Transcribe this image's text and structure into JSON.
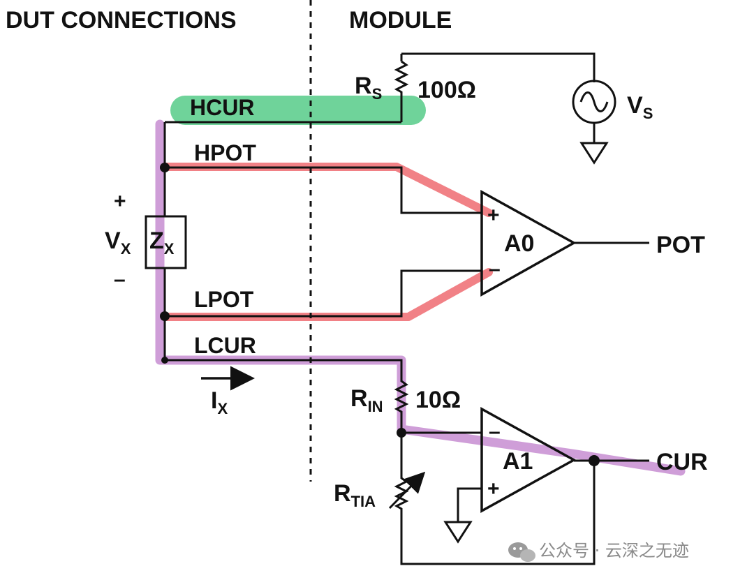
{
  "sections": {
    "left": "DUT CONNECTIONS",
    "right": "MODULE"
  },
  "nets": {
    "hcur": "HCUR",
    "hpot": "HPOT",
    "lpot": "LPOT",
    "lcur": "LCUR",
    "pot": "POT",
    "cur": "CUR"
  },
  "components": {
    "rs": {
      "main": "R",
      "sub": "S",
      "value": "100Ω"
    },
    "vs": {
      "main": "V",
      "sub": "S"
    },
    "zx": {
      "main": "Z",
      "sub": "X"
    },
    "vx": {
      "main": "V",
      "sub": "X",
      "plus": "+",
      "minus": "–"
    },
    "ix": {
      "main": "I",
      "sub": "X"
    },
    "rin": {
      "main": "R",
      "sub": "IN",
      "value": "10Ω"
    },
    "rtia": {
      "main": "R",
      "sub": "TIA"
    },
    "a0": {
      "label": "A0",
      "plus": "+",
      "minus": "–"
    },
    "a1": {
      "label": "A1",
      "plus": "+",
      "minus": "–"
    }
  },
  "highlight_colors": {
    "hcur": "#6fd39a",
    "pot_paths": "#f07a80",
    "current_path": "#cc99d6"
  },
  "watermark": "公众号 · 云深之无迹"
}
